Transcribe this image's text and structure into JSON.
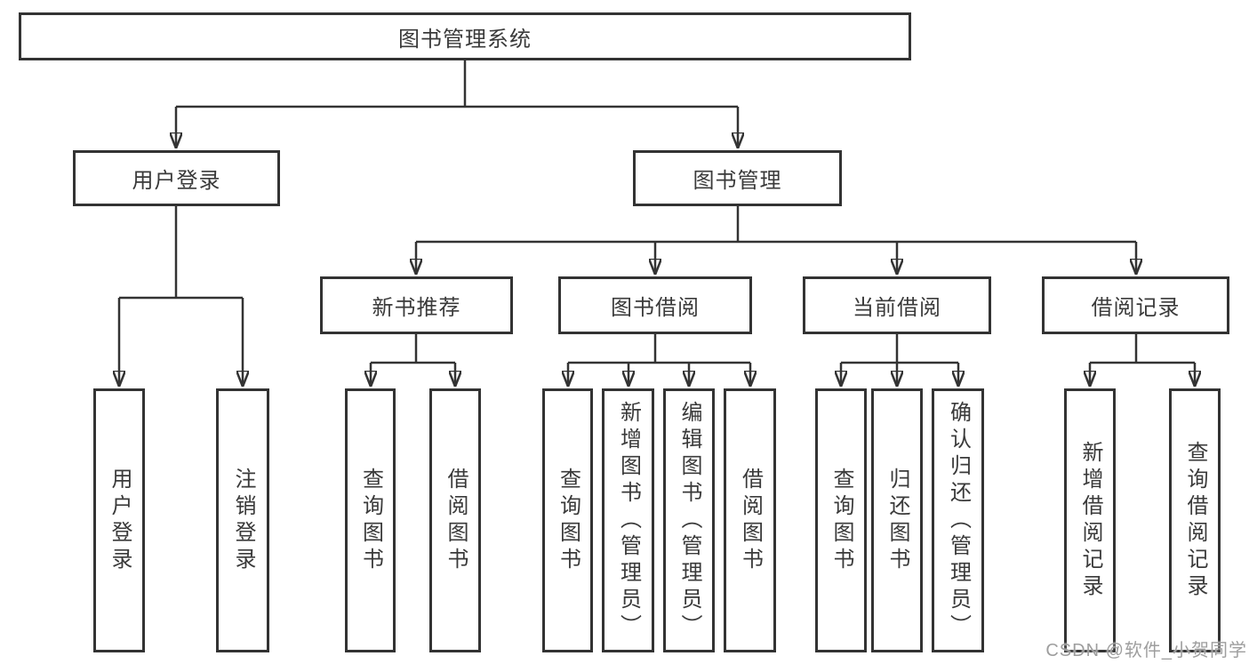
{
  "tree": {
    "root": "图书管理系统",
    "branches": [
      {
        "label": "用户登录",
        "children": [
          "用户登录",
          "注销登录"
        ]
      },
      {
        "label": "图书管理",
        "groups": [
          {
            "label": "新书推荐",
            "children": [
              "查询图书",
              "借阅图书"
            ]
          },
          {
            "label": "图书借阅",
            "children": [
              "查询图书",
              "新增图书（管理员）",
              "编辑图书（管理员）",
              "借阅图书"
            ]
          },
          {
            "label": "当前借阅",
            "children": [
              "查询图书",
              "归还图书",
              "确认归还（管理员）"
            ]
          },
          {
            "label": "借阅记录",
            "children": [
              "新增借阅记录",
              "查询借阅记录"
            ]
          }
        ]
      }
    ]
  },
  "watermark": "CSDN @软件_小贺同学",
  "colors": {
    "line": "#333333",
    "text": "#3a3a3a",
    "watermark": "#9e9e9e",
    "background": "#ffffff"
  }
}
